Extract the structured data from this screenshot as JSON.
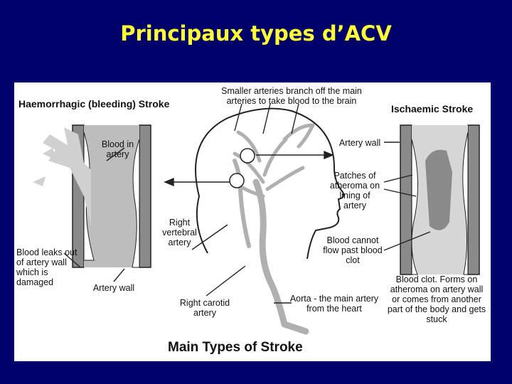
{
  "slide": {
    "title": "Principaux types d’ACV"
  },
  "diagram": {
    "heading_left": "Haemorrhagic (bleeding) Stroke",
    "heading_right": "Ischaemic Stroke",
    "footer_title": "Main Types of Stroke",
    "labels": {
      "smaller_arteries": "Smaller arteries branch off the main arteries to take blood to the brain",
      "blood_in_artery": "Blood in artery",
      "artery_wall_top": "Artery wall",
      "patches": "Patches of atheroma on lining of artery",
      "right_vertebral": "Right vertebral artery",
      "blood_leaks": "Blood leaks out of artery wall which is damaged",
      "artery_wall_left": "Artery wall",
      "blood_cannot": "Blood cannot flow past blood clot",
      "blood_clot": "Blood clot. Forms on atheroma on artery wall or comes from another part of the body and gets stuck",
      "right_carotid": "Right carotid artery",
      "aorta": "Aorta - the main artery from the heart"
    }
  }
}
